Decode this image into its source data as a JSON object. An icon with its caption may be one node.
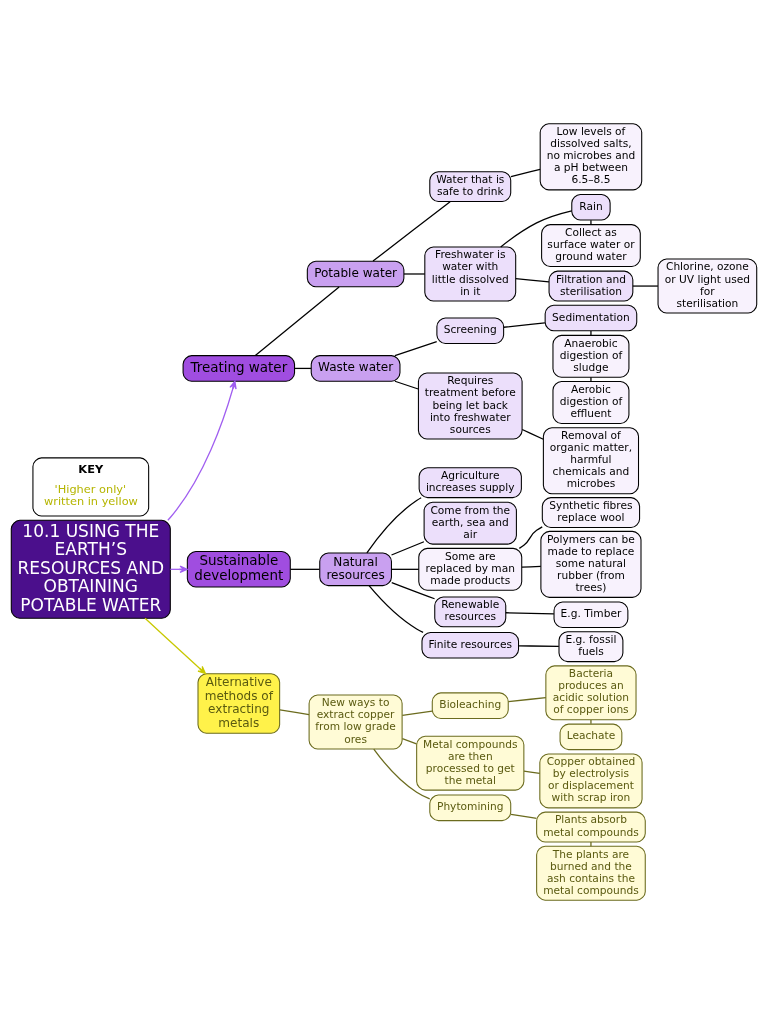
{
  "diagram": {
    "nodes": [
      {
        "text": [
          "10.1 USING THE EARTH’S RESOURCES AND OBTAINING POTABLE WATER"
        ]
      },
      {
        "text": [
          "Treating water"
        ]
      },
      {
        "text": [
          "Potable water"
        ]
      },
      {
        "text": [
          "Water that is safe to drink"
        ]
      },
      {
        "text": [
          "Low levels of dissolved salts, no microbes and a pH between 6.5–8.5"
        ]
      },
      {
        "text": [
          "Freshwater is water with little dissolved in it"
        ]
      },
      {
        "text": [
          "Rain"
        ]
      },
      {
        "text": [
          "Collect as surface water or ground water"
        ]
      },
      {
        "text": [
          "Filtration and sterilisation"
        ]
      },
      {
        "text": [
          "Chlorine, ozone or UV light used for sterilisation"
        ]
      },
      {
        "text": [
          "Waste water"
        ]
      },
      {
        "text": [
          "Screening"
        ]
      },
      {
        "text": [
          "Sedimentation"
        ]
      },
      {
        "text": [
          "Anaerobic digestion of sludge"
        ]
      },
      {
        "text": [
          "Aerobic digestion of effluent"
        ]
      },
      {
        "text": [
          "Requires treatment before being let back into freshwater sources"
        ]
      },
      {
        "text": [
          "Removal of organic matter, harmful chemicals and microbes"
        ]
      },
      {
        "text": [
          "Sustainable development"
        ]
      },
      {
        "text": [
          "Natural resources"
        ]
      },
      {
        "text": [
          "Agriculture increases supply"
        ]
      },
      {
        "text": [
          "Come from the earth, sea and air"
        ]
      },
      {
        "text": [
          "Some are replaced by man made products"
        ]
      },
      {
        "text": [
          "Synthetic fibres replace wool"
        ]
      },
      {
        "text": [
          "Polymers can be made to replace some natural rubber (from trees)"
        ]
      },
      {
        "text": [
          "Renewable resources"
        ]
      },
      {
        "text": [
          "E.g. Timber"
        ]
      },
      {
        "text": [
          "Finite resources"
        ]
      },
      {
        "text": [
          "E.g. fossil fuels"
        ]
      },
      {
        "text": [
          "Alternative methods of extracting metals"
        ]
      },
      {
        "text": [
          "New ways to extract copper from low grade ores"
        ]
      },
      {
        "text": [
          "Bioleaching"
        ]
      },
      {
        "text": [
          "Bacteria produces an acidic solution of copper ions"
        ]
      },
      {
        "text": [
          "Leachate"
        ]
      },
      {
        "text": [
          "Copper obtained by electrolysis or displacement with scrap iron"
        ]
      },
      {
        "text": [
          "Metal compounds are then processed to get the metal"
        ]
      },
      {
        "text": [
          "Phytomining"
        ]
      },
      {
        "text": [
          "Plants absorb metal compounds"
        ]
      },
      {
        "text": [
          "The plants are burned and the ash contains the metal compounds"
        ]
      },
      {
        "text": [
          "KEY",
          "'Higher only' written in yellow"
        ]
      }
    ],
    "edges": [
      {
        "from": 0,
        "to": 1,
        "arrow": "to",
        "color": "#a05ef0"
      },
      {
        "from": 1,
        "to": 2,
        "arrow": "none"
      },
      {
        "from": 2,
        "to": 3,
        "arrow": "none"
      },
      {
        "from": 3,
        "to": 4,
        "arrow": "none"
      },
      {
        "from": 2,
        "to": 5,
        "arrow": "none"
      },
      {
        "from": 5,
        "to": 6,
        "arrow": "none"
      },
      {
        "from": 6,
        "to": 7,
        "arrow": "none"
      },
      {
        "from": 5,
        "to": 8,
        "arrow": "none"
      },
      {
        "from": 8,
        "to": 9,
        "arrow": "none"
      },
      {
        "from": 1,
        "to": 10,
        "arrow": "none"
      },
      {
        "from": 10,
        "to": 11,
        "arrow": "none"
      },
      {
        "from": 11,
        "to": 12,
        "arrow": "none"
      },
      {
        "from": 12,
        "to": 13,
        "arrow": "none"
      },
      {
        "from": 13,
        "to": 14,
        "arrow": "none"
      },
      {
        "from": 10,
        "to": 15,
        "arrow": "none"
      },
      {
        "from": 15,
        "to": 16,
        "arrow": "none"
      },
      {
        "from": 0,
        "to": 17,
        "arrow": "to",
        "color": "#a05ef0"
      },
      {
        "from": 17,
        "to": 18,
        "arrow": "none"
      },
      {
        "from": 18,
        "to": 19,
        "arrow": "none"
      },
      {
        "from": 18,
        "to": 20,
        "arrow": "none"
      },
      {
        "from": 18,
        "to": 21,
        "arrow": "none"
      },
      {
        "from": 21,
        "to": 22,
        "arrow": "none"
      },
      {
        "from": 21,
        "to": 23,
        "arrow": "none"
      },
      {
        "from": 18,
        "to": 24,
        "arrow": "none"
      },
      {
        "from": 24,
        "to": 25,
        "arrow": "none"
      },
      {
        "from": 18,
        "to": 26,
        "arrow": "none"
      },
      {
        "from": 26,
        "to": 27,
        "arrow": "none"
      },
      {
        "from": 0,
        "to": 28,
        "arrow": "to",
        "color": "#c8c800"
      },
      {
        "from": 28,
        "to": 29,
        "arrow": "none",
        "color": "#6b6b1e"
      },
      {
        "from": 29,
        "to": 30,
        "arrow": "none",
        "color": "#6b6b1e"
      },
      {
        "from": 30,
        "to": 31,
        "arrow": "none",
        "color": "#6b6b1e"
      },
      {
        "from": 31,
        "to": 32,
        "arrow": "none",
        "color": "#6b6b1e"
      },
      {
        "from": 29,
        "to": 34,
        "arrow": "none",
        "color": "#6b6b1e"
      },
      {
        "from": 34,
        "to": 33,
        "arrow": "none",
        "color": "#6b6b1e"
      },
      {
        "from": 29,
        "to": 35,
        "arrow": "none",
        "color": "#6b6b1e"
      },
      {
        "from": 35,
        "to": 36,
        "arrow": "none",
        "color": "#6b6b1e"
      },
      {
        "from": 36,
        "to": 37,
        "arrow": "none",
        "color": "#6b6b1e"
      }
    ]
  }
}
